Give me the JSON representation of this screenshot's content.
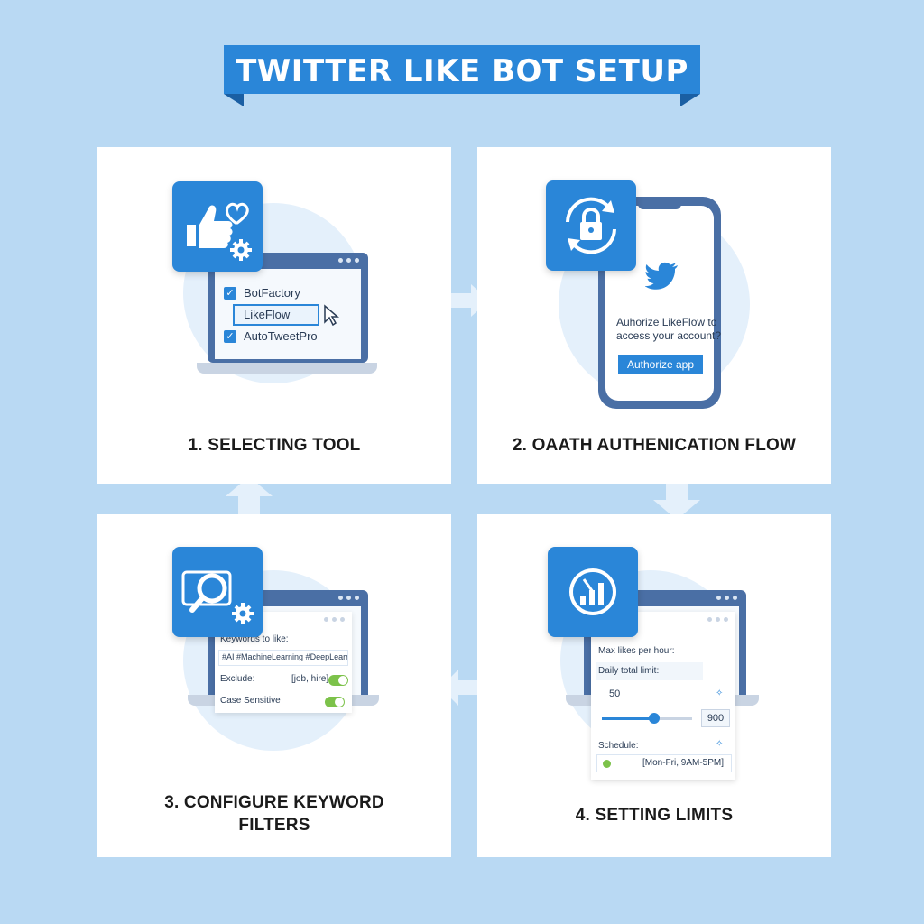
{
  "title": "TWITTER LIKE BOT SETUP",
  "steps": [
    {
      "label": "1. SELECTING TOOL",
      "options": [
        "BotFactory",
        "LikeFlow",
        "AutoTweetPro"
      ]
    },
    {
      "label": "2. OAATH AUTHENICATION FLOW",
      "prompt_line1": "Auhorize LikeFlow to",
      "prompt_line2": "access your account?",
      "button": "Authorize app"
    },
    {
      "label_line1": "3. CONFIGURE KEYWORD",
      "label_line2": "FILTERS",
      "keywords_label": "Keywords to like:",
      "keywords_value": "#AI #MachineLearning #DeepLearning",
      "exclude_label": "Exclude:",
      "exclude_value": "[job, hire]",
      "case_label": "Case Sensitive"
    },
    {
      "label": "4. SETTING LIMITS",
      "max_likes_label": "Max likes per hour:",
      "daily_label": "Daily total limit:",
      "max_likes_value": "50",
      "daily_value": "900",
      "slider_level": 0.58,
      "schedule_label": "Schedule:",
      "schedule_value": "[Mon-Fri, 9AM-5PM]"
    }
  ],
  "colors": {
    "background": "#b9d9f3",
    "accent": "#2a86d8",
    "device": "#4a6fa5",
    "toggle_on": "#7cc24a"
  },
  "icons": [
    "thumbs-up-heart-gear-icon",
    "lock-refresh-icon",
    "twitter-bird-icon",
    "search-gear-icon",
    "chart-gauge-icon",
    "cursor-icon"
  ]
}
